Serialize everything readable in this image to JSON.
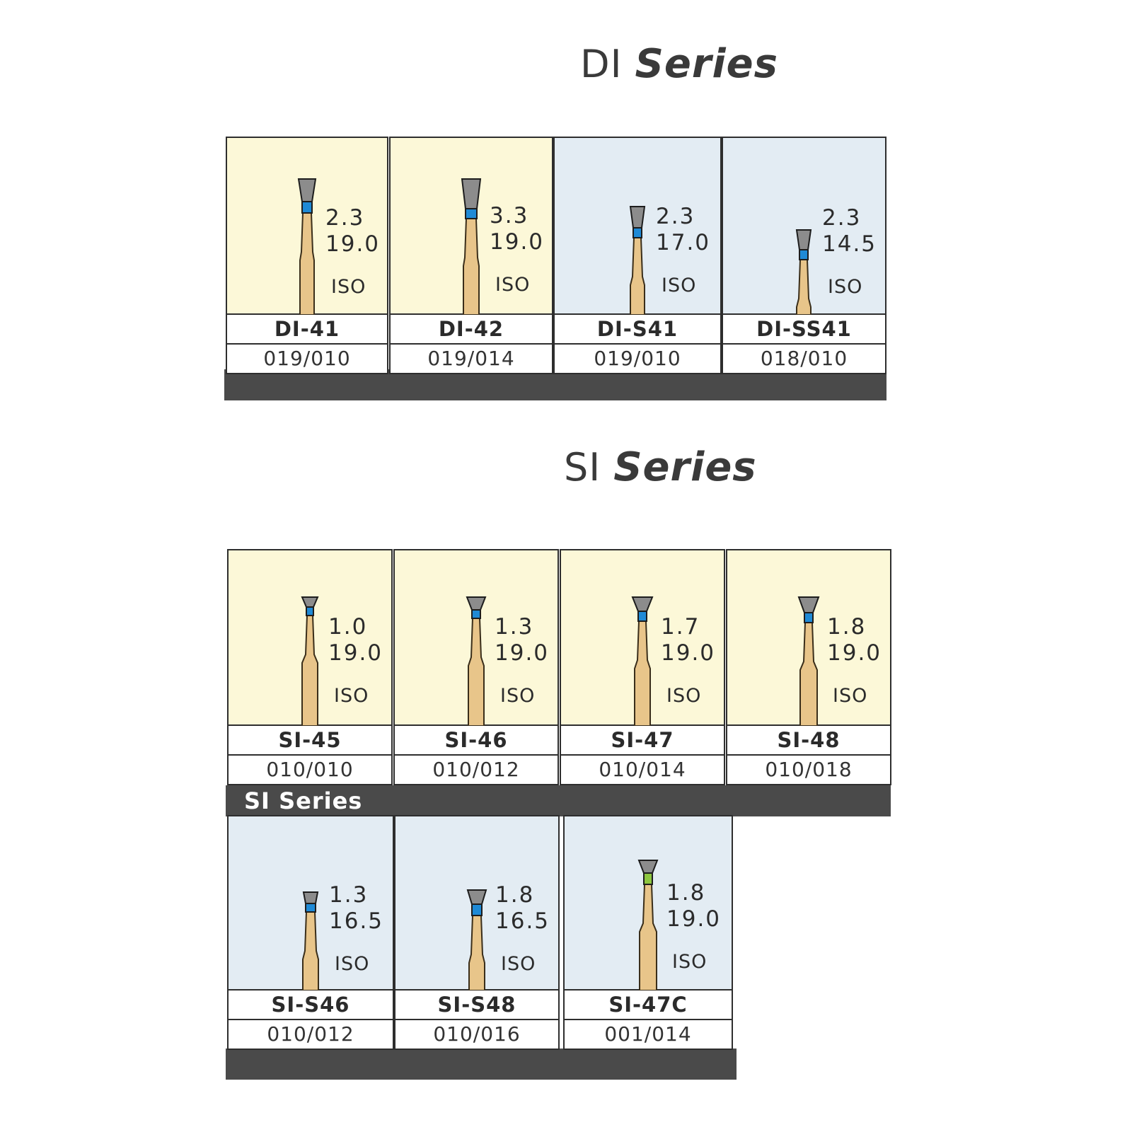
{
  "sections": {
    "di": {
      "title_prefix": "DI",
      "title_word": "Series"
    },
    "si": {
      "title_prefix": "SI",
      "title_word": "Series",
      "band_label": "SI Series"
    }
  },
  "colors": {
    "card_yellow": "#fcf8d8",
    "card_blue": "#e3ecf3",
    "band": "#4a4a4a",
    "shank": "#e8c58a",
    "head_gray": "#8c8c8c",
    "ring_blue": "#1f8ad6",
    "ring_green": "#8dc63f"
  },
  "di_cards": [
    {
      "name": "DI-41",
      "code": "019/010",
      "size": "2.3",
      "length": "19.0",
      "iso": "ISO",
      "tone": "yellow",
      "ring": "blue"
    },
    {
      "name": "DI-42",
      "code": "019/014",
      "size": "3.3",
      "length": "19.0",
      "iso": "ISO",
      "tone": "yellow",
      "ring": "blue"
    },
    {
      "name": "DI-S41",
      "code": "019/010",
      "size": "2.3",
      "length": "17.0",
      "iso": "ISO",
      "tone": "blue",
      "ring": "blue"
    },
    {
      "name": "DI-SS41",
      "code": "018/010",
      "size": "2.3",
      "length": "14.5",
      "iso": "ISO",
      "tone": "blue",
      "ring": "blue"
    }
  ],
  "si_cards": [
    {
      "name": "SI-45",
      "code": "010/010",
      "size": "1.0",
      "length": "19.0",
      "iso": "ISO",
      "tone": "yellow",
      "ring": "blue"
    },
    {
      "name": "SI-46",
      "code": "010/012",
      "size": "1.3",
      "length": "19.0",
      "iso": "ISO",
      "tone": "yellow",
      "ring": "blue"
    },
    {
      "name": "SI-47",
      "code": "010/014",
      "size": "1.7",
      "length": "19.0",
      "iso": "ISO",
      "tone": "yellow",
      "ring": "blue"
    },
    {
      "name": "SI-48",
      "code": "010/018",
      "size": "1.8",
      "length": "19.0",
      "iso": "ISO",
      "tone": "yellow",
      "ring": "blue"
    }
  ],
  "si_short_cards": [
    {
      "name": "SI-S46",
      "code": "010/012",
      "size": "1.3",
      "length": "16.5",
      "iso": "ISO",
      "tone": "blue",
      "ring": "blue"
    },
    {
      "name": "SI-S48",
      "code": "010/016",
      "size": "1.8",
      "length": "16.5",
      "iso": "ISO",
      "tone": "blue",
      "ring": "blue"
    },
    {
      "name": "SI-47C",
      "code": "001/014",
      "size": "1.8",
      "length": "19.0",
      "iso": "ISO",
      "tone": "blue",
      "ring": "green"
    }
  ]
}
